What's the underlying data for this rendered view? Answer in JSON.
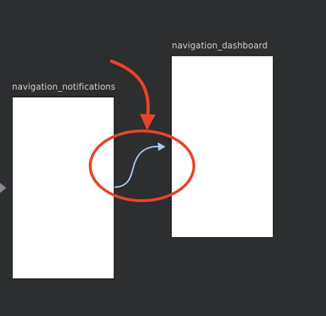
{
  "graph": {
    "destinations": [
      {
        "id": "navigation_notifications",
        "label": "navigation_notifications"
      },
      {
        "id": "navigation_dashboard",
        "label": "navigation_dashboard"
      }
    ],
    "action": {
      "from": "navigation_notifications",
      "to": "navigation_dashboard"
    },
    "start_destination": "navigation_notifications"
  },
  "colors": {
    "canvas_background": "#2d2e30",
    "label_text": "#d2d2d2",
    "screen_fill": "#ffffff",
    "action_arrow": "#a8cdf2",
    "annotation": "#e8442a",
    "start_marker": "#8a8c8f"
  },
  "icons": {
    "start_marker": "start-destination-icon",
    "action": "action-arrow-icon",
    "annotation_arrow": "annotation-arrow-icon",
    "annotation_circle": "annotation-circle"
  }
}
